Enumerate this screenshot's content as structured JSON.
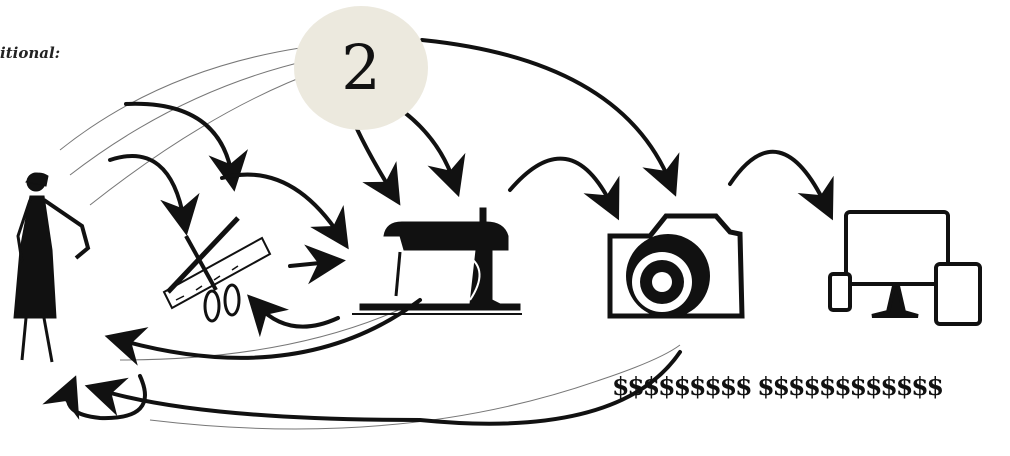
{
  "heading_fragment": "itional:",
  "step_number": "2",
  "money_string": "$$$$$$$$$ $$$$$$$$$$$$",
  "icons": {
    "person": "woman-figure-icon",
    "cutting": "scissors-and-ruler-icon",
    "sewing": "sewing-machine-icon",
    "photo": "camera-icon",
    "devices": "devices-icon",
    "money": "dollar-signs"
  },
  "colors": {
    "ink": "#111111",
    "badge": "#ece9de",
    "background": "#ffffff"
  }
}
